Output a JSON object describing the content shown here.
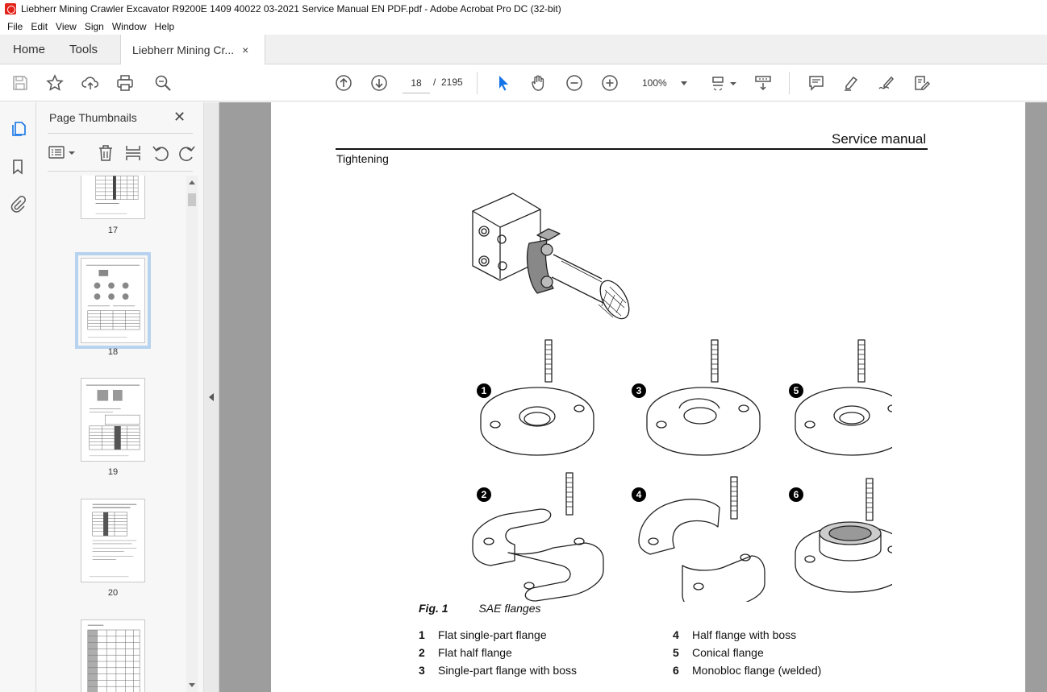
{
  "window": {
    "title": "Liebherr Mining Crawler Excavator R9200E 1409 40022 03-2021 Service Manual EN PDF.pdf - Adobe Acrobat Pro DC (32-bit)",
    "app_icon": "acrobat-icon"
  },
  "menu": {
    "items": [
      "File",
      "Edit",
      "View",
      "Sign",
      "Window",
      "Help"
    ]
  },
  "tabs": {
    "home": "Home",
    "tools": "Tools",
    "document": "Liebherr Mining Cr...",
    "close_glyph": "×"
  },
  "toolbar": {
    "current_page": "18",
    "page_separator": "/",
    "total_pages": "2195",
    "zoom": "100%",
    "icons": [
      "save-icon",
      "bookmark-star-icon",
      "upload-icon",
      "print-icon",
      "zoom-search-icon",
      "page-up-icon",
      "page-down-icon",
      "select-cursor-icon",
      "hand-icon",
      "zoom-out-icon",
      "zoom-in-icon",
      "fit-page-icon",
      "scroll-mode-icon",
      "comment-icon",
      "highlight-icon",
      "sign-icon",
      "share-edit-icon"
    ]
  },
  "sidebar": {
    "rail_icons": [
      "page-thumbnails-icon",
      "bookmarks-icon",
      "attachments-icon"
    ],
    "panel_title": "Page Thumbnails",
    "close_glyph": "✕",
    "thumbnails": [
      {
        "label": "17"
      },
      {
        "label": "18",
        "selected": true
      },
      {
        "label": "19"
      },
      {
        "label": "20"
      },
      {
        "label": ""
      }
    ]
  },
  "document": {
    "header_right": "Service manual",
    "header_left": "Tightening",
    "figure_caption_number": "Fig. 1",
    "figure_caption_title": "SAE flanges",
    "flange_callouts": [
      "1",
      "3",
      "5",
      "2",
      "4",
      "6"
    ],
    "legend": [
      {
        "num": "1",
        "text": "Flat single-part flange"
      },
      {
        "num": "2",
        "text": "Flat half flange"
      },
      {
        "num": "3",
        "text": "Single-part flange with boss"
      },
      {
        "num": "4",
        "text": "Half flange with boss"
      },
      {
        "num": "5",
        "text": "Conical flange"
      },
      {
        "num": "6",
        "text": "Monobloc flange (welded)"
      }
    ]
  }
}
